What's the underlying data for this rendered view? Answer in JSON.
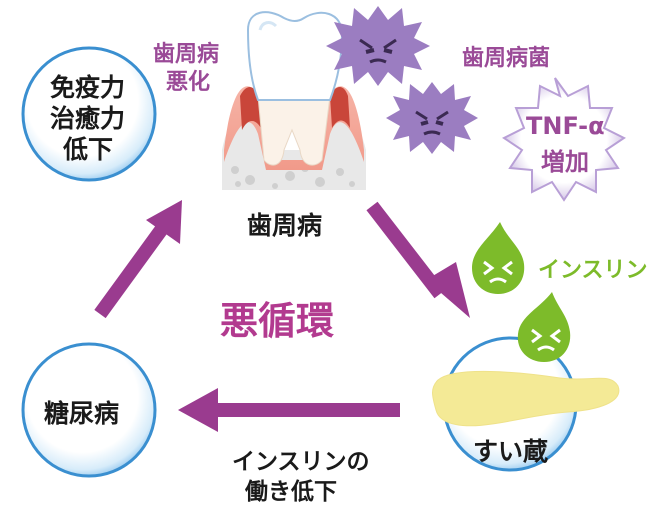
{
  "center_label": "悪循環",
  "nodes": {
    "immunity": [
      "免疫力",
      "治癒力",
      "低下"
    ],
    "diabetes": "糖尿病",
    "pancreas": "すい蔵",
    "periodontal": "歯周病"
  },
  "annotations": {
    "worsening": [
      "歯周病",
      "悪化"
    ],
    "bacteria": "歯周病菌",
    "tnf": [
      "TNF-α",
      "増加"
    ],
    "insulin": "インスリン",
    "insulin_decline": [
      "インスリンの",
      "働き低下"
    ]
  },
  "colors": {
    "arrow": "#9a3b8f",
    "purple_text": "#9a4a97",
    "green": "#7dbb2a",
    "bubble_blue": "#5ba9df",
    "bacteria": "#9b7dc1",
    "pancreas": "#f4ea96"
  },
  "icons": [
    "bacteria-icon",
    "insulin-drop-icon",
    "tooth-icon",
    "pancreas-icon",
    "starburst-icon"
  ]
}
